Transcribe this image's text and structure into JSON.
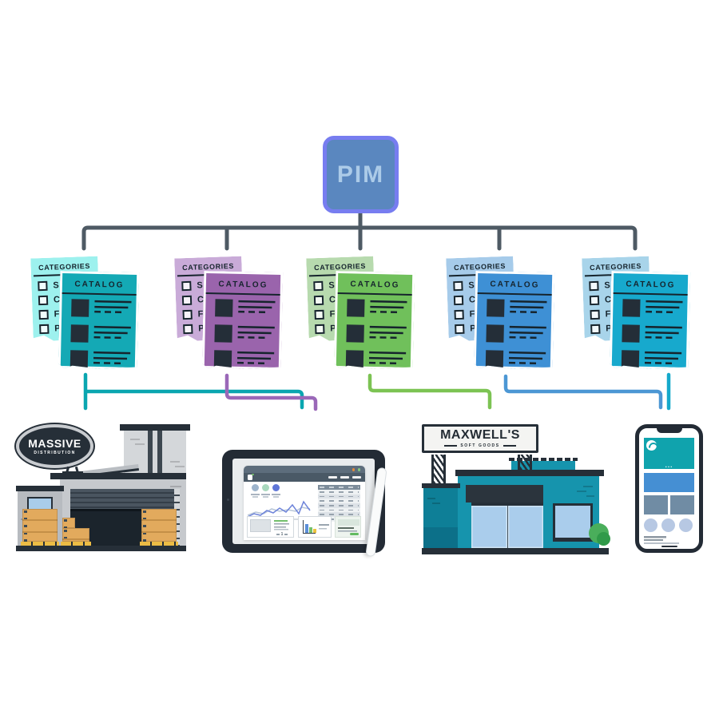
{
  "pim": {
    "label": "PIM",
    "border_color": "#777DF0",
    "fill_color": "#5A87BF",
    "text_color": "#ACCBE8"
  },
  "colors": {
    "tree_line": "#4E5A64",
    "page_ink": "#16242D"
  },
  "catalog_pages": {
    "categories_title": "CATEGORIES",
    "catalog_title": "CATALOG",
    "category_letters": [
      "S",
      "C",
      "F",
      "P"
    ]
  },
  "catalog_groups": [
    {
      "name": "teal-catalog",
      "back_color": "#9DF1EE",
      "front_color": "#14A9B5",
      "branch_color": "#0AA6B0"
    },
    {
      "name": "purple-catalog",
      "back_color": "#C9ABD8",
      "front_color": "#9A64AC",
      "branch_color": "#9A68B8"
    },
    {
      "name": "green-catalog",
      "back_color": "#B7DAAE",
      "front_color": "#70C05B",
      "branch_color": "#7CC353"
    },
    {
      "name": "blue-catalog",
      "back_color": "#A6CBEA",
      "front_color": "#3E90D5",
      "branch_color": "#4C97D4"
    },
    {
      "name": "cyan-catalog",
      "back_color": "#A8D4EA",
      "front_color": "#17A9CD",
      "branch_color": "#15A9CB"
    }
  ],
  "channels": {
    "warehouse": {
      "sign_line1": "MASSIVE",
      "sign_line2": "DISTRIBUTION"
    },
    "website": {
      "pagination_page": "1"
    },
    "store": {
      "sign_line1": "MAXWELL'S",
      "sign_line2": "SOFT GOODS"
    },
    "mobile": {
      "menu_ellipsis": "..."
    }
  }
}
